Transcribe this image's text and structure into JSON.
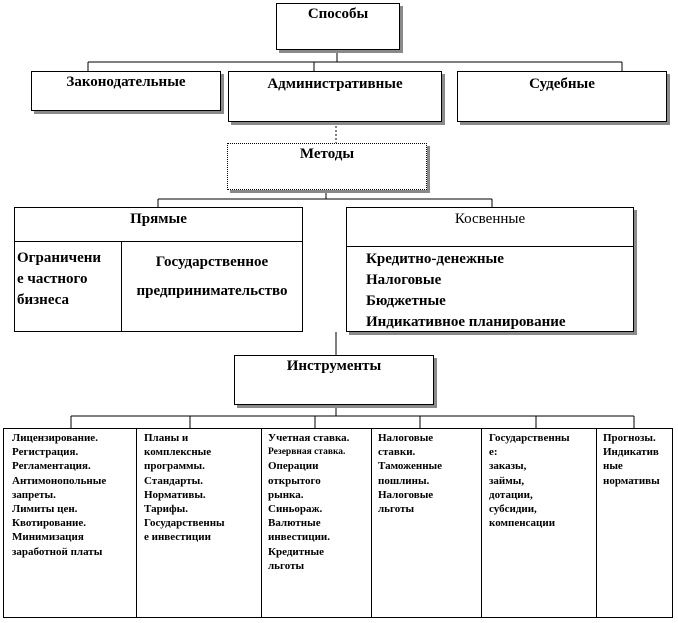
{
  "diagram": {
    "sposoby": "Способы",
    "branches": [
      "Законодательные",
      "Административные",
      "Судебные"
    ],
    "metody": "Методы",
    "pryamye": {
      "title": "Прямые",
      "left": [
        "Ограничени",
        "е частного",
        "бизнеса"
      ],
      "right": [
        "Государственное",
        "предпринимательство"
      ]
    },
    "kosvennye": {
      "title": "Косвенные",
      "items": [
        "Кредитно-денежные",
        "Налоговые",
        "Бюджетные",
        "Индикативное планирование"
      ]
    },
    "instrumenty": "Инструменты",
    "columns": [
      [
        "Лицензирование.",
        "Регистрация.",
        "Регламентация.",
        "Антимонопольные",
        "запреты.",
        "Лимиты цен.",
        "Квотирование.",
        "Минимизация",
        "заработной платы"
      ],
      [
        "Планы и",
        "комплексные",
        "программы.",
        "Стандарты.",
        "Нормативы.",
        "Тарифы.",
        "Государственны",
        "е инвестиции"
      ],
      [
        "Учетная ставка.",
        "Резервная ставка.",
        "Операции",
        "открытого",
        "рынка.",
        "Синьораж.",
        "Валютные",
        "инвестиции.",
        "Кредитные",
        "льготы"
      ],
      [
        "Налоговые",
        "ставки.",
        "Таможенные",
        "пошлины.",
        "Налоговые",
        "льготы"
      ],
      [
        "Государственны",
        "е:",
        "заказы,",
        "займы,",
        "дотации,",
        "субсидии,",
        "компенсации"
      ],
      [
        "Прогнозы.",
        "Индикатив",
        "ные",
        "нормативы"
      ]
    ]
  }
}
